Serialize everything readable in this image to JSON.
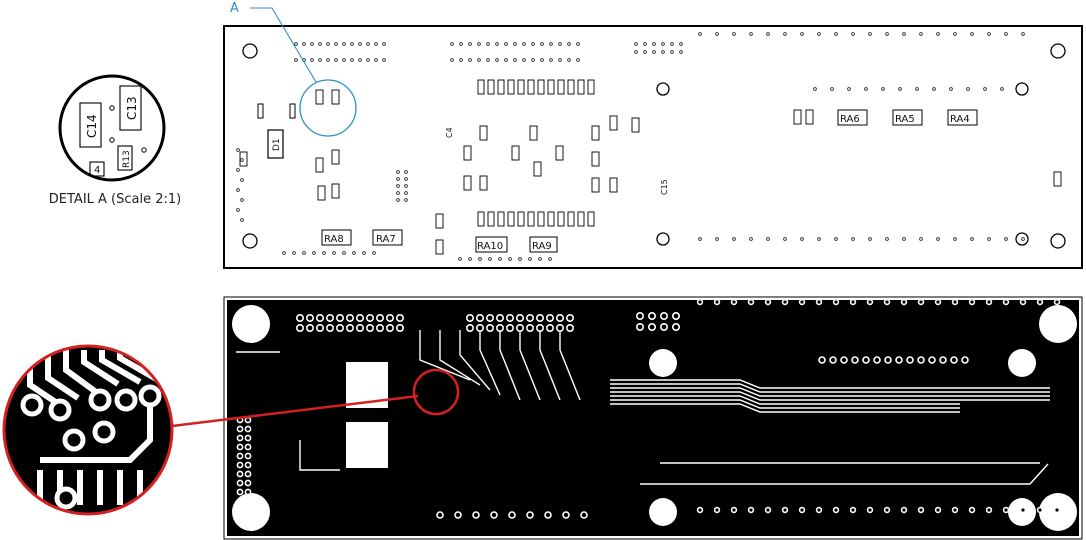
{
  "callout": {
    "label": "A",
    "color": "#2f8fc4"
  },
  "detail": {
    "caption": "DETAIL A (Scale 2:1)",
    "parts": [
      "C14",
      "C13",
      "4",
      "R13"
    ]
  },
  "top_board": {
    "resistor_arrays": [
      "RA8",
      "RA7",
      "RA10",
      "RA9",
      "RA6",
      "RA5",
      "RA4"
    ],
    "components": [
      "D1",
      "C4",
      "C15"
    ]
  },
  "colors": {
    "outline": "#000000",
    "copper_view_bg": "#000000",
    "magnifier_ring": "#d42020",
    "pad": "#ffffff"
  }
}
